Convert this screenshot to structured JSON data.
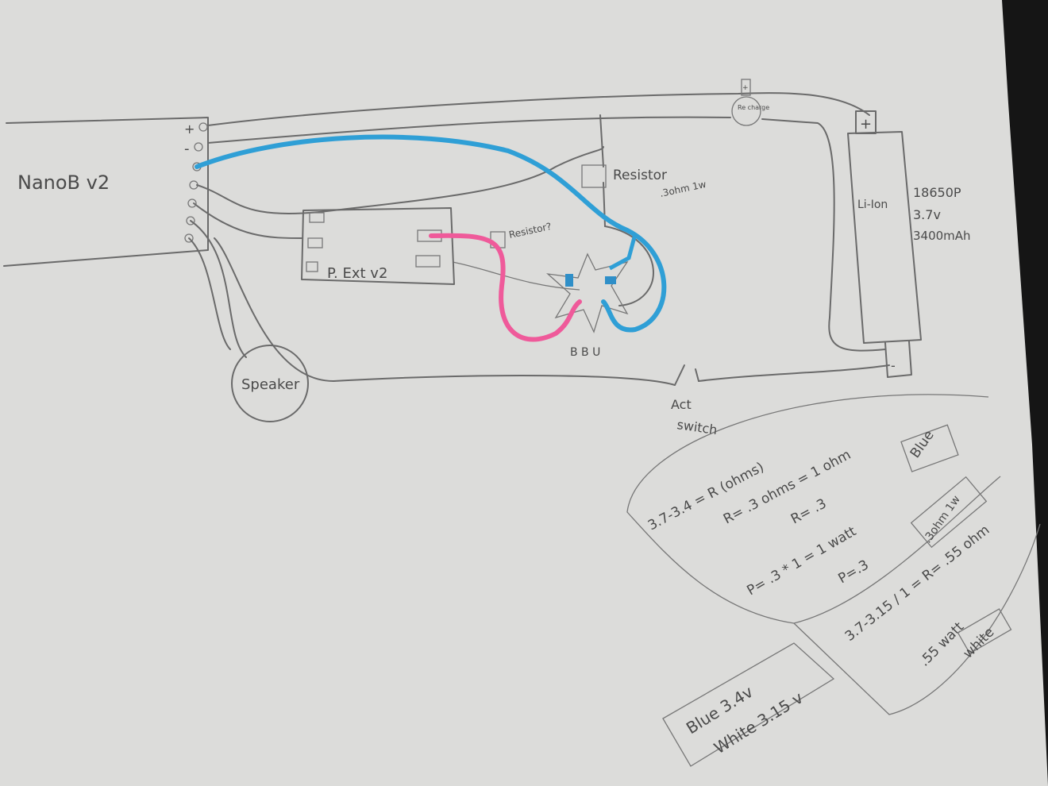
{
  "components": {
    "board": {
      "label": "NanoB v2",
      "pin_plus": "+",
      "pin_minus": "-"
    },
    "extension": {
      "label": "P. Ext v2"
    },
    "resistor_unknown": {
      "label": "Resistor?"
    },
    "resistor": {
      "label": "Resistor",
      "value": ".3ohm 1w"
    },
    "recharge_port": {
      "label": "Re charge",
      "plus": "+"
    },
    "battery": {
      "label": "Li-Ion",
      "model": "18650P",
      "voltage": "3.7v",
      "capacity": "3400mAh",
      "plus": "+",
      "minus": "-"
    },
    "led": {
      "label": "B B U"
    },
    "speaker": {
      "label": "Speaker"
    },
    "switch": {
      "label_1": "Act",
      "label_2": "switch"
    }
  },
  "notes": {
    "blue_calc": [
      "3.7-3.4 = R (ohms)",
      "R= .3 ohms = 1 ohm",
      "R= .3",
      "P= .3 * 1 = 1 watt",
      "P=.3"
    ],
    "blue_tag": "Blue",
    "blue_result": ".3ohm 1w",
    "white_calc": [
      "3.7-3.15 / 1 = R= .55 ohm",
      ".55 watt"
    ],
    "white_tag": "white",
    "voltages": [
      "Blue 3.4v",
      "White 3.15 v"
    ]
  },
  "colors": {
    "paper": "#dcdcda",
    "pencil": "#555555",
    "blue_wire": "#2f9fd6",
    "pink_wire": "#ef5a9a",
    "background": "#151515"
  }
}
